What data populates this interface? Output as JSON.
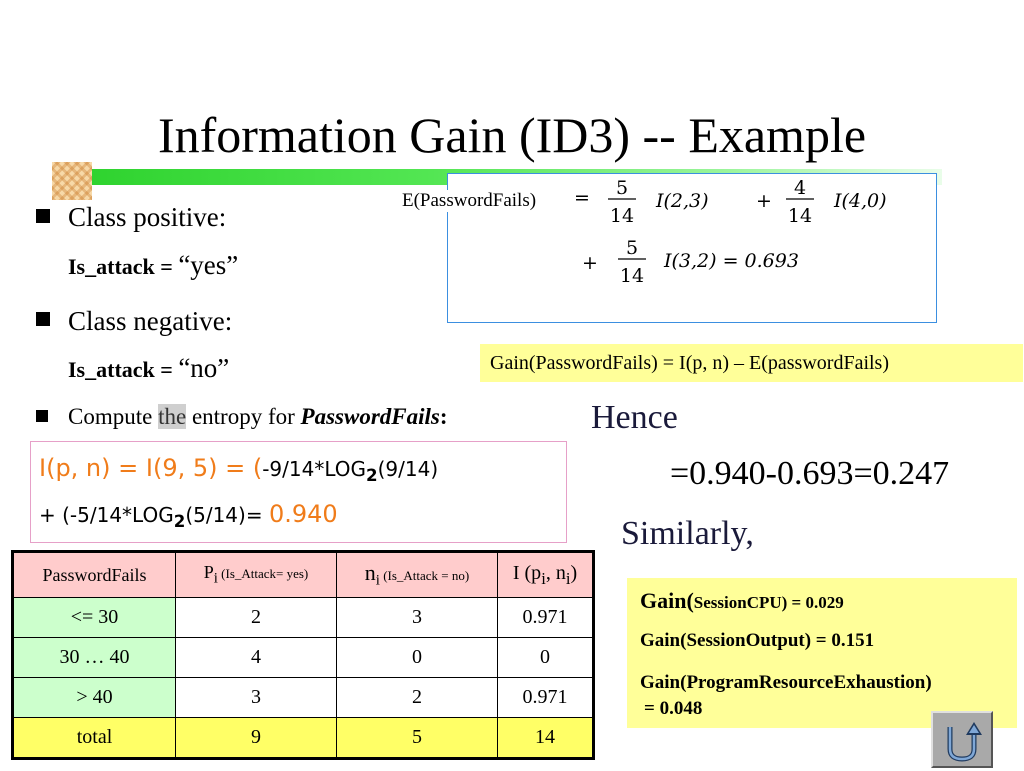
{
  "title": "Information Gain (ID3) -- Example",
  "bullets": {
    "class_positive": "Class positive:",
    "is_attack_label": "Is_attack = ",
    "yes_value": "“yes”",
    "class_negative": "Class negative:",
    "no_value": "“no”",
    "compute_pre": "Compute ",
    "compute_the": "the",
    "compute_mid": " entropy for ",
    "compute_target": "PasswordFails",
    "compute_colon": ":"
  },
  "entropy": {
    "line1_prefix": "I(p, n) = I(9, 5) = (",
    "line1_rest": "-9/14*LOG",
    "sub2": "2",
    "line1_tail": "(9/14)",
    "line2_prefix": "+ (-5/14*LOG",
    "line2_tail": "(5/14)= ",
    "value": "0.940"
  },
  "equation": {
    "label": "E(PasswordFails)",
    "eq_sign": "=",
    "frac1_num": "5",
    "frac1_den": "14",
    "term1": "I(2,3)",
    "plus": "+",
    "frac2_num": "4",
    "frac2_den": "14",
    "term2": "I(4,0)",
    "frac3_num": "5",
    "frac3_den": "14",
    "term3": "I(3,2) = 0.693"
  },
  "gain_formula": "Gain(PasswordFails) = I(p, n) – E(passwordFails)",
  "hence": "Hence",
  "result": "=0.940-0.693=0.247",
  "similarly": "Similarly,",
  "gains": {
    "g1_a": "Gain(",
    "g1_b": "SessionCPU) = 0.029",
    "g2": "Gain(SessionOutput) = 0.151",
    "g3": "Gain(ProgramResourceExhaustion)",
    "g3_value": "= 0.048"
  },
  "table": {
    "h1": "PasswordFails",
    "h2_main": "P",
    "h2_sub": "i",
    "h2_note": " (Is_Attack= yes)",
    "h3_main": "n",
    "h3_sub": "i",
    "h3_note": " (Is_Attack = no)",
    "h4_a": "I (p",
    "h4_sub1": "i",
    "h4_b": ", n",
    "h4_sub2": "i",
    "h4_c": ")",
    "rows": [
      [
        "<= 30",
        "2",
        "3",
        "0.971"
      ],
      [
        "30 … 40",
        "4",
        "0",
        "0"
      ],
      [
        "> 40",
        "3",
        "2",
        "0.971"
      ],
      [
        "total",
        "9",
        "5",
        "14"
      ]
    ]
  },
  "colors": {
    "header_bg": "#ffcccc",
    "row_bg": "#ccffcc",
    "total_bg": "#ffff66",
    "highlight_bg": "#ffff99",
    "accent_orange": "#f07c1a",
    "equation_border": "#3b8fe0"
  },
  "icons": {
    "back": "u-turn-back-icon"
  }
}
